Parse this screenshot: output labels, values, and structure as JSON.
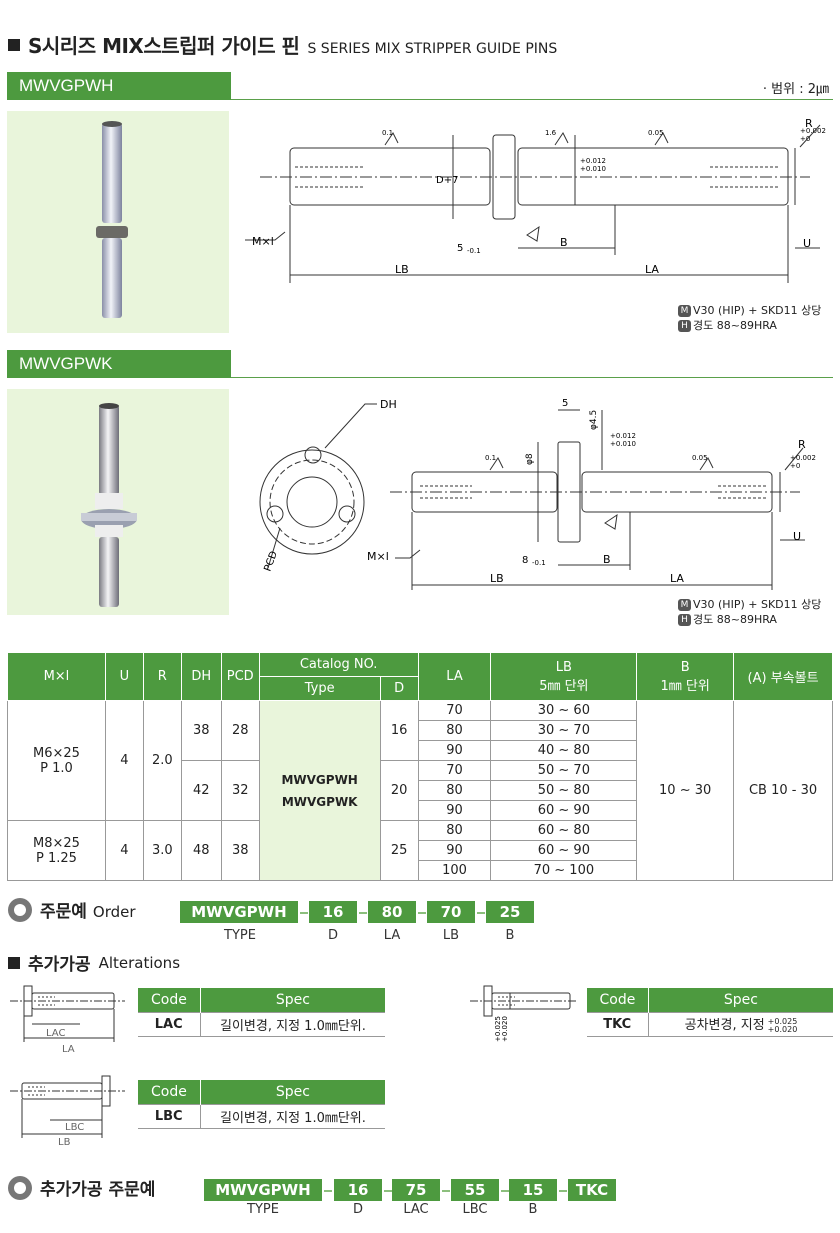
{
  "header": {
    "title_ko": "S시리즈 MIX스트립퍼 가이드 핀",
    "title_en": "S SERIES MIX STRIPPER GUIDE PINS"
  },
  "section1": {
    "label": "MWVGPWH",
    "range": "· 범위 : 2㎛",
    "material_tag": "M",
    "material": "V30 (HIP) + SKD11 상당",
    "hardness_tag": "H",
    "hardness": "경도 88~89HRA",
    "drawing": {
      "mxl": "M×l",
      "r": "R",
      "d7": "D+7",
      "u": "U",
      "lb": "LB",
      "la": "LA",
      "b": "B",
      "five": "5",
      "tol": "-0.1",
      "d_tol_top": "+0.012",
      "d_tol_bot": "+0.010",
      "d1_tol_top": "+0.002",
      "d1_tol_bot": "+0",
      "rough1": "0.1",
      "rough2": "1.6",
      "rough3": "0.05"
    }
  },
  "section2": {
    "label": "MWVGPWK",
    "material_tag": "M",
    "material": "V30 (HIP) + SKD11 상당",
    "hardness_tag": "H",
    "hardness": "경도 88~89HRA",
    "drawing": {
      "dh": "DH",
      "pcd": "PCD",
      "mxl": "M×l",
      "r": "R",
      "u": "U",
      "lb": "LB",
      "la": "LA",
      "b": "B",
      "eight": "8",
      "tol": "-0.1",
      "five": "5",
      "dia45": "φ4.5",
      "dia8": "φ8",
      "d_tol_top": "+0.012",
      "d_tol_bot": "+0.010",
      "d1_tol_top": "+0.002",
      "d1_tol_bot": "+0",
      "rough1": "0.1",
      "rough2": "0.05"
    }
  },
  "table": {
    "headers": {
      "mxl": "M×l",
      "u": "U",
      "r": "R",
      "dh": "DH",
      "pcd": "PCD",
      "catalog": "Catalog NO.",
      "type": "Type",
      "d": "D",
      "la": "LA",
      "lb": "LB",
      "lb_unit": "5㎜ 단위",
      "b": "B",
      "b_unit": "1㎜ 단위",
      "bolt": "(A) 부속볼트"
    },
    "g1": {
      "m": "M6×25",
      "p": "P 1.0",
      "u": "4",
      "r": "2.0"
    },
    "g1a": {
      "dh": "38",
      "pcd": "28",
      "d": "16"
    },
    "g1b": {
      "dh": "42",
      "pcd": "32",
      "d": "20"
    },
    "g2": {
      "m": "M8×25",
      "p": "P 1.25",
      "u": "4",
      "r": "3.0",
      "dh": "48",
      "pcd": "38",
      "d": "25"
    },
    "type1": "MWVGPWH",
    "type2": "MWVGPWK",
    "b_val": "10 ~ 30",
    "bolt_val": "CB 10 - 30",
    "rows": [
      {
        "la": "70",
        "lb": "30 ~ 60"
      },
      {
        "la": "80",
        "lb": "30 ~ 70"
      },
      {
        "la": "90",
        "lb": "40 ~ 80"
      },
      {
        "la": "70",
        "lb": "50 ~ 70"
      },
      {
        "la": "80",
        "lb": "50 ~ 80"
      },
      {
        "la": "90",
        "lb": "60 ~ 90"
      },
      {
        "la": "80",
        "lb": "60 ~ 80"
      },
      {
        "la": "90",
        "lb": "60 ~ 90"
      },
      {
        "la": "100",
        "lb": "70 ~ 100"
      }
    ]
  },
  "order": {
    "title_ko": "주문예",
    "title_en": "Order",
    "chips": [
      "MWVGPWH",
      "16",
      "80",
      "70",
      "25"
    ],
    "labels": [
      "TYPE",
      "D",
      "LA",
      "LB",
      "B"
    ]
  },
  "alterations": {
    "title_ko": "추가가공",
    "title_en": "Alterations",
    "code_header": "Code",
    "spec_header": "Spec",
    "lac": {
      "code": "LAC",
      "spec": "길이변경, 지정 1.0㎜단위.",
      "dim1": "LAC",
      "dim2": "LA"
    },
    "lbc": {
      "code": "LBC",
      "spec": "길이변경, 지정 1.0㎜단위.",
      "dim1": "LBC",
      "dim2": "LB"
    },
    "tkc": {
      "code": "TKC",
      "spec": "공차변경, 지정",
      "tol_top": "+0.025",
      "tol_bot": "+0.020",
      "dim_top": "+0.025",
      "dim_bot": "+0.020"
    }
  },
  "alt_order": {
    "title_ko": "추가가공 주문예",
    "chips": [
      "MWVGPWH",
      "16",
      "75",
      "55",
      "15",
      "TKC"
    ],
    "labels": [
      "TYPE",
      "D",
      "LAC",
      "LBC",
      "B"
    ]
  }
}
